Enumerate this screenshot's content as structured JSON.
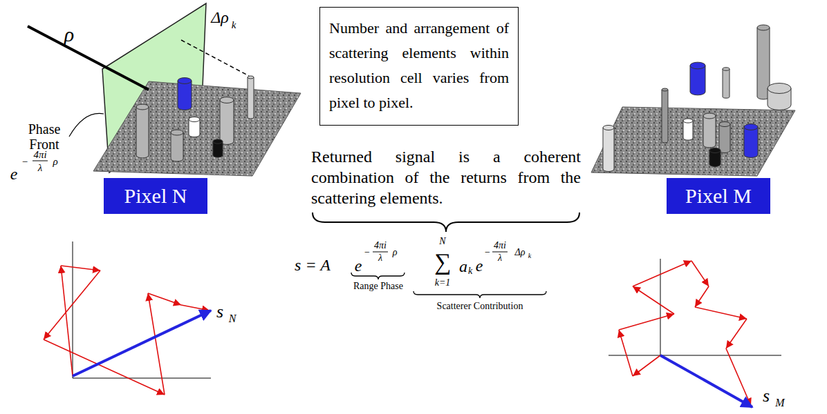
{
  "diagram": {
    "nodes": [
      {
        "text": [
          "Number and arrangement of scattering elements within resolution cell varies from pixel to pixel."
        ]
      },
      {
        "text": [
          "Pixel N"
        ]
      },
      {
        "text": [
          "Pixel M"
        ]
      }
    ],
    "labels": [
      "ρ",
      "Δρ",
      "k",
      "Phase Front",
      "e",
      "−",
      "4πi",
      "λ",
      "ρ",
      "Returned signal is a coherent combination of the returns from the scattering elements.",
      "s = A",
      "e",
      "−",
      "4πi",
      "λ",
      "ρ",
      "Range Phase",
      "N",
      "∑",
      "k=1",
      "a",
      "k",
      "e",
      "−",
      "4πi",
      "λ",
      "Δρ",
      "k",
      "Scatterer Contribution",
      "s",
      "N",
      "s",
      "M"
    ]
  }
}
